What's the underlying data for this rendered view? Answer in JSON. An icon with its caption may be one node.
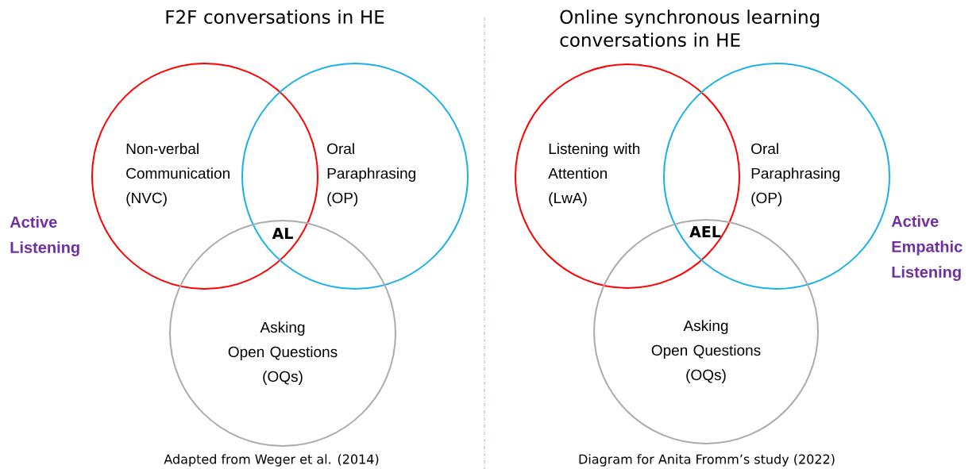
{
  "diagram": {
    "nodes": [
      {
        "text": [
          "Non-verbal Communication (NVC)"
        ]
      },
      {
        "text": [
          "Oral Paraphrasing (OP)"
        ]
      },
      {
        "text": [
          "Asking Open Questions (OQs)"
        ]
      },
      {
        "text": [
          "Listening with Attention (LwA)"
        ]
      },
      {
        "text": [
          "Oral Paraphrasing (OP)"
        ]
      },
      {
        "text": [
          "Asking Open Questions (OQs)"
        ]
      }
    ],
    "labels": [
      "F2F conversations in HE",
      "Online synchronous learning conversations in HE",
      "AL",
      "AEL",
      "Active Listening",
      "Active Empathic Listening",
      "Adapted from  Weger et al. (2014)",
      "Diagram for Anita Fromm’s study (2022)"
    ]
  }
}
